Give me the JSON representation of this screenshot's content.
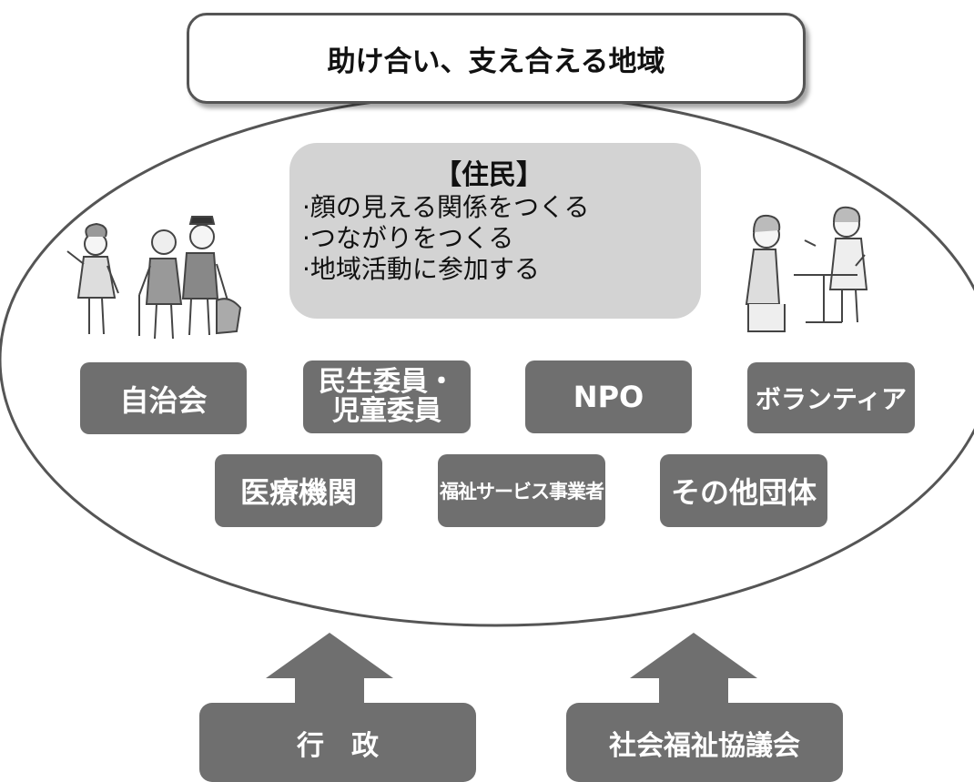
{
  "title": "助け合い、支え合える地域",
  "residents": {
    "heading": "【住民】",
    "items": [
      "·顔の見える関係をつくる",
      "·つながりをつくる",
      "·地域活動に参加する"
    ]
  },
  "organizations": {
    "row1": [
      "自治会",
      "民生委員・児童委員",
      "NPO",
      "ボランティア"
    ],
    "row1_minsei_line1": "民生委員・",
    "row1_minsei_line2": "児童委員",
    "row2": [
      "医療機関",
      "福祉サービス事業者",
      "その他団体"
    ]
  },
  "supporters": {
    "left": "行　政",
    "right": "社会福祉協議会"
  },
  "colors": {
    "box_fill": "#6f6f6f",
    "resident_fill": "#d3d3d3",
    "outline": "#555555"
  }
}
